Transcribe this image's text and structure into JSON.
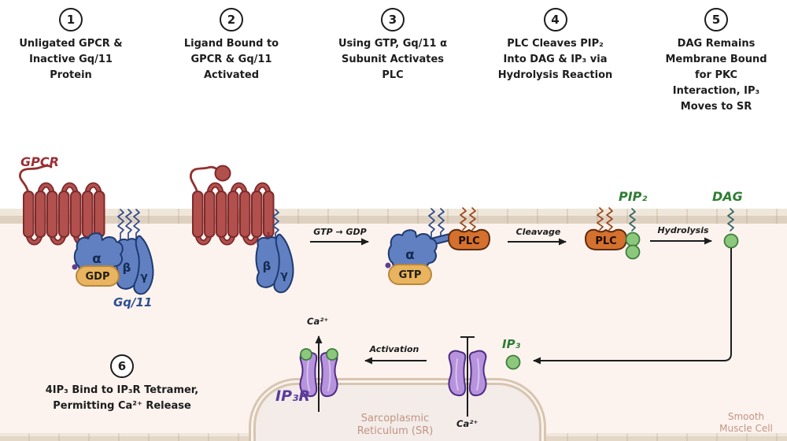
{
  "palette": {
    "membrane": "#DFD1C1",
    "receptor_red": "#B2504E",
    "gprotein_blue": "#6080C2",
    "nucleotide_yellow": "#E8B45F",
    "plc_orange": "#D4712E",
    "lipid_green": "#8CC87C",
    "green_text": "#2E7D32",
    "channel_purple": "#B793DD",
    "purple_text": "#5B3B9E",
    "tan_text": "#C29484",
    "ink": "#1D1D1D",
    "red_text": "#9C2F36",
    "blue_text": "#2F4F8E"
  },
  "steps": [
    {
      "num": "1",
      "lines": [
        "Unligated GPCR &",
        "Inactive Gq/11",
        "Protein"
      ]
    },
    {
      "num": "2",
      "lines": [
        "Ligand Bound to",
        "GPCR & Gq/11",
        "Activated"
      ]
    },
    {
      "num": "3",
      "lines": [
        "Using GTP, Gq/11 α",
        "Subunit Activates",
        "PLC"
      ]
    },
    {
      "num": "4",
      "lines": [
        "PLC Cleaves PIP₂",
        "Into DAG & IP₃ via",
        "Hydrolysis Reaction"
      ]
    },
    {
      "num": "5",
      "lines": [
        "DAG Remains",
        "Membrane Bound",
        "for PKC",
        "Interaction, IP₃",
        "Moves to SR"
      ]
    },
    {
      "num": "6",
      "lines": [
        "4IP₃ Bind to IP₃R Tetramer,",
        "Permitting Ca²⁺ Release"
      ]
    }
  ],
  "labels": {
    "gpcr": "GPCR",
    "gq11": "Gq/11",
    "alpha": "α",
    "beta": "β",
    "gamma": "γ",
    "gdp": "GDP",
    "gtp": "GTP",
    "plc": "PLC",
    "pip2": "PIP₂",
    "dag": "DAG",
    "ip3": "IP₃",
    "ip3r": "IP₃R",
    "ca": "Ca²⁺"
  },
  "arrows": {
    "gtp_gdp": "GTP → GDP",
    "cleavage": "Cleavage",
    "hydrolysis": "Hydrolysis",
    "activation": "Activation"
  },
  "locations": {
    "sr": [
      "Sarcoplasmic",
      "Reticulum (SR)"
    ],
    "cell": [
      "Smooth",
      "Muscle Cell"
    ]
  }
}
